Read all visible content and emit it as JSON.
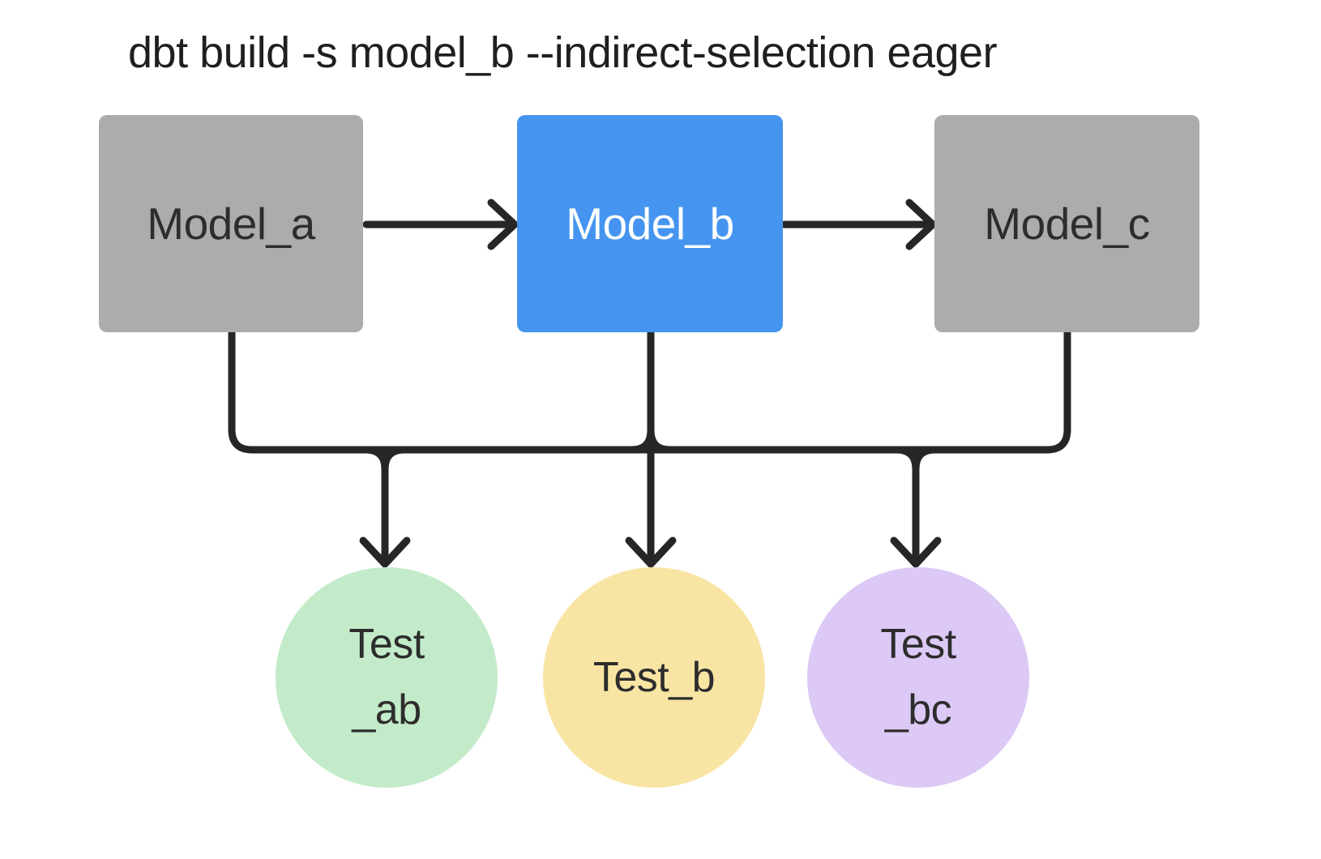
{
  "title": "dbt build -s model_b --indirect-selection eager",
  "colors": {
    "background": "#FFFFFF",
    "line": "#262626",
    "model_gray": "#ACACAC",
    "model_highlight_blue": "#4595F0",
    "test_green": "#C3EBC9",
    "test_yellow": "#F8E5A4",
    "test_purple": "#DCC9F5",
    "text_dark": "#2D2D2D",
    "text_light": "#FFFFFF"
  },
  "diagram": {
    "models": [
      {
        "id": "model_a",
        "label": "Model_a",
        "fill": "#ACACAC",
        "text": "#2D2D2D"
      },
      {
        "id": "model_b",
        "label": "Model_b",
        "fill": "#4595F0",
        "text": "#FFFFFF"
      },
      {
        "id": "model_c",
        "label": "Model_c",
        "fill": "#ACACAC",
        "text": "#2D2D2D"
      }
    ],
    "tests": [
      {
        "id": "test_ab",
        "line1": "Test",
        "line2": "_ab",
        "fill": "#C3EBC9"
      },
      {
        "id": "test_b",
        "line1": "Test_b",
        "line2": "",
        "fill": "#F8E5A4"
      },
      {
        "id": "test_bc",
        "line1": "Test",
        "line2": "_bc",
        "fill": "#DCC9F5"
      }
    ],
    "edges": [
      {
        "from": "model_a",
        "to": "model_b"
      },
      {
        "from": "model_b",
        "to": "model_c"
      },
      {
        "from": "model_a",
        "to": "test_ab"
      },
      {
        "from": "model_b",
        "to": "test_ab"
      },
      {
        "from": "model_b",
        "to": "test_b"
      },
      {
        "from": "model_b",
        "to": "test_bc"
      },
      {
        "from": "model_c",
        "to": "test_bc"
      }
    ]
  }
}
